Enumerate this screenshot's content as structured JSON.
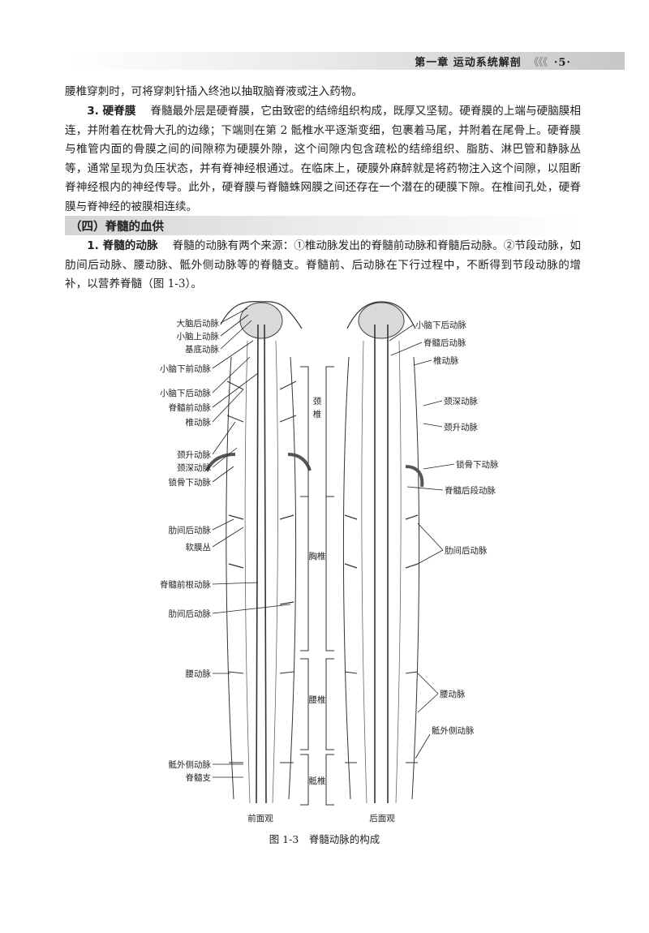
{
  "header": {
    "chapter": "第一章",
    "title": "运动系统解剖",
    "chevrons": "《《《",
    "page": "·5·"
  },
  "p1": {
    "text": "腰椎穿刺时，可将穿刺针插入终池以抽取脑脊液或注入药物。"
  },
  "p2": {
    "lead": "3. 硬脊膜",
    "text": "脊髓最外层是硬脊膜，它由致密的结缔组织构成，既厚又坚韧。硬脊膜的上端与硬脑膜相连，并附着在枕骨大孔的边缘；下端则在第 2 骶椎水平逐渐变细，包裹着马尾，并附着在尾骨上。硬脊膜与椎管内面的骨膜之间的间隙称为硬膜外隙，这个间隙内包含疏松的结缔组织、脂肪、淋巴管和静脉丛等，通常呈现为负压状态，并有脊神经根通过。在临床上，硬膜外麻醉就是将药物注入这个间隙，以阻断脊神经根内的神经传导。此外，硬脊膜与脊髓蛛网膜之间还存在一个潜在的硬膜下隙。在椎间孔处，硬脊膜与脊神经的被膜相连续。"
  },
  "section": {
    "title": "（四）脊髓的血供"
  },
  "p3": {
    "lead": "1. 脊髓的动脉",
    "text": "脊髓的动脉有两个来源：①椎动脉发出的脊髓前动脉和脊髓后动脉。②节段动脉，如肋间后动脉、腰动脉、骶外侧动脉等的脊髓支。脊髓前、后动脉在下行过程中，不断得到节段动脉的增补，以营养脊髓（图 1-3）。"
  },
  "figure": {
    "left_labels": [
      "大脑后动脉",
      "小脑上动脉",
      "基底动脉",
      "小脑下前动脉",
      "小脑下后动脉",
      "脊髓前动脉",
      "椎动脉",
      "颈升动脉",
      "颈深动脉",
      "锁骨下动脉",
      "肋间后动脉",
      "软膜丛",
      "脊髓前根动脉",
      "肋间后动脉",
      "腰动脉",
      "骶外侧动脉",
      "脊髓支"
    ],
    "right_labels": [
      "小脑下后动脉",
      "脊髓后动脉",
      "椎动脉",
      "颈深动脉",
      "颈升动脉",
      "锁骨下动脉",
      "脊髓后段动脉",
      "肋间后动脉",
      "腰动脉",
      "骶外侧动脉"
    ],
    "region_labels": [
      "颈",
      "椎",
      "胸椎",
      "腰椎",
      "骶椎"
    ],
    "view_front": "前面观",
    "view_back": "后面观",
    "caption": "图 1-3　脊髓动脉的构成"
  }
}
